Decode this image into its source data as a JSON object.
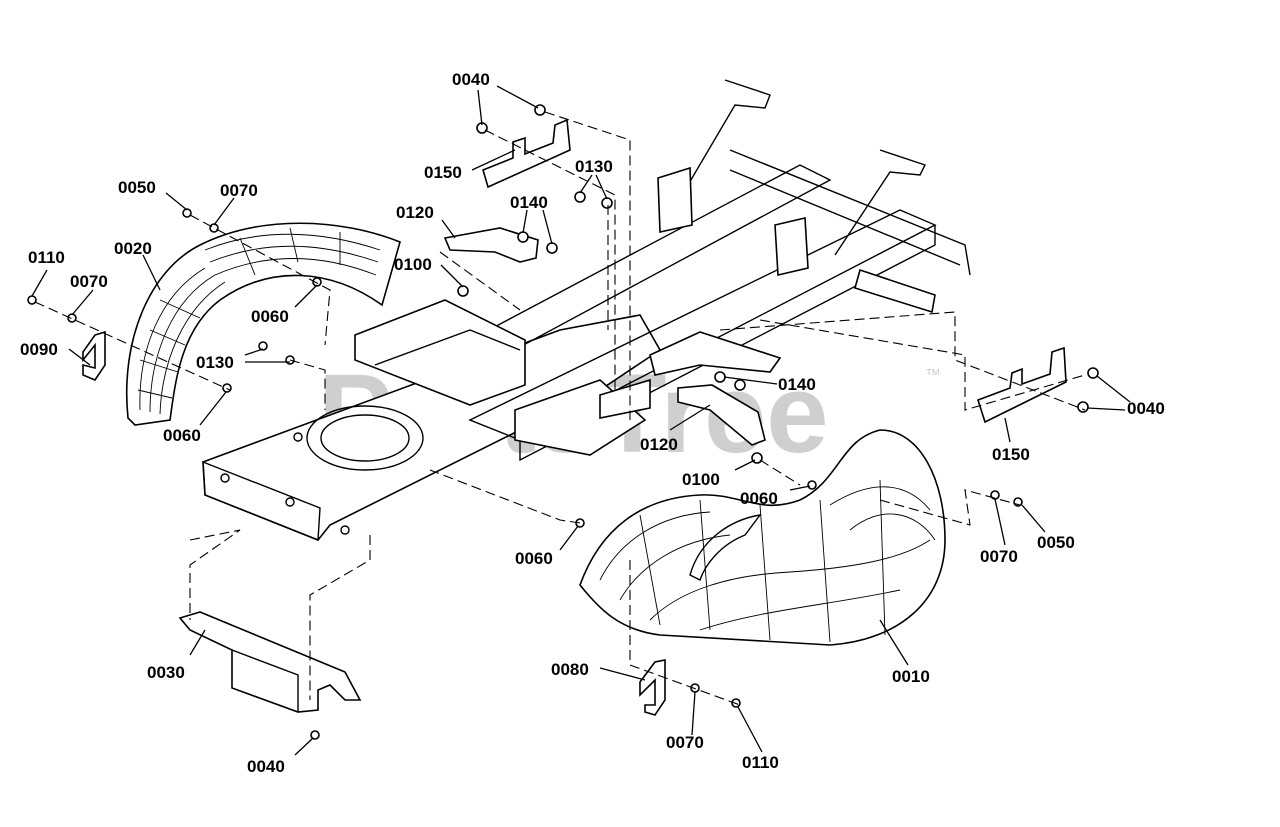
{
  "watermark": {
    "text": "PartsTree",
    "trademark": "™"
  },
  "callouts": [
    {
      "id": "c0040_a",
      "label": "0040"
    },
    {
      "id": "c0150_a",
      "label": "0150"
    },
    {
      "id": "c0130_a",
      "label": "0130"
    },
    {
      "id": "c0140_a",
      "label": "0140"
    },
    {
      "id": "c0120_a",
      "label": "0120"
    },
    {
      "id": "c0100_a",
      "label": "0100"
    },
    {
      "id": "c0050_a",
      "label": "0050"
    },
    {
      "id": "c0070_a",
      "label": "0070"
    },
    {
      "id": "c0020",
      "label": "0020"
    },
    {
      "id": "c0110_a",
      "label": "0110"
    },
    {
      "id": "c0070_b",
      "label": "0070"
    },
    {
      "id": "c0090",
      "label": "0090"
    },
    {
      "id": "c0060_a",
      "label": "0060"
    },
    {
      "id": "c0130_b",
      "label": "0130"
    },
    {
      "id": "c0060_b",
      "label": "0060"
    },
    {
      "id": "c0140_b",
      "label": "0140"
    },
    {
      "id": "c0040_b",
      "label": "0040"
    },
    {
      "id": "c0120_b",
      "label": "0120"
    },
    {
      "id": "c0150_b",
      "label": "0150"
    },
    {
      "id": "c0100_b",
      "label": "0100"
    },
    {
      "id": "c0060_c",
      "label": "0060"
    },
    {
      "id": "c0070_c",
      "label": "0070"
    },
    {
      "id": "c0050_b",
      "label": "0050"
    },
    {
      "id": "c0060_d",
      "label": "0060"
    },
    {
      "id": "c0030",
      "label": "0030"
    },
    {
      "id": "c0080",
      "label": "0080"
    },
    {
      "id": "c0010",
      "label": "0010"
    },
    {
      "id": "c0070_d",
      "label": "0070"
    },
    {
      "id": "c0110_b",
      "label": "0110"
    },
    {
      "id": "c0040_c",
      "label": "0040"
    }
  ]
}
